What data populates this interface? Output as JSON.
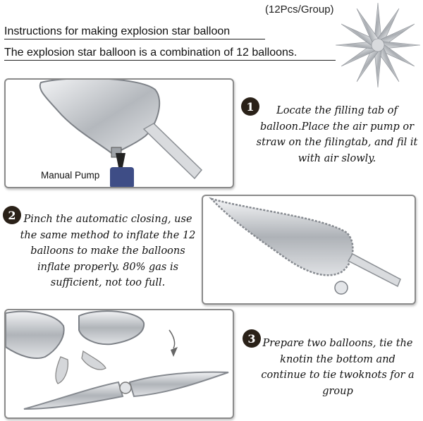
{
  "header": {
    "group_note": "(12Pcs/Group)",
    "title": "Instructions for making explosion star balloon",
    "subtitle": "The explosion star balloon is  a combination of 12 balloons."
  },
  "steps": [
    {
      "number": "1",
      "text": "Locate the filling tab of balloon.Place the air pump or straw on the filingtab, and fil it with air slowly."
    },
    {
      "number": "2",
      "text": "Pinch the automatic closing, use the same method to inflate the 12 balloons to make the balloons inflate properly. 80% gas is sufficient, not too full."
    },
    {
      "number": "3",
      "text": "Prepare two balloons, tie the knotin the bottom and continue to tie twoknots for a group"
    }
  ],
  "images": {
    "pump_label": "Manual Pump"
  },
  "colors": {
    "step_circle": "#2a2118",
    "panel_border": "#8a8a8a",
    "silver": "#c9ccd0"
  }
}
